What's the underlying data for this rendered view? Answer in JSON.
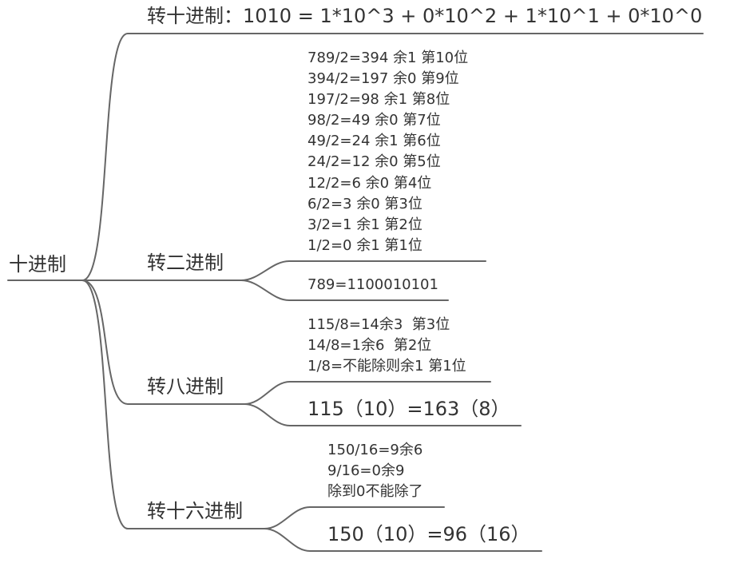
{
  "root": {
    "label": "十进制"
  },
  "decimal": {
    "label": "转十进制：1010 = 1*10^3 + 0*10^2 + 1*10^1 + 0*10^0"
  },
  "binary": {
    "label": "转二进制",
    "steps": [
      "789/2=394 余1 第10位",
      "394/2=197 余0 第9位",
      "197/2=98 余1 第8位",
      "98/2=49 余0 第7位",
      "49/2=24 余1 第6位",
      "24/2=12 余0 第5位",
      "12/2=6 余0 第4位",
      "6/2=3 余0 第3位",
      "3/2=1 余1 第2位",
      "1/2=0 余1 第1位"
    ],
    "result": "789=1100010101"
  },
  "octal": {
    "label": "转八进制",
    "steps": [
      "115/8=14余3  第3位",
      "14/8=1余6  第2位",
      "1/8=不能除则余1 第1位"
    ],
    "result": "115（10）=163（8）"
  },
  "hex": {
    "label": "转十六进制",
    "steps": [
      "150/16=9余6",
      "9/16=0余9",
      "除到0不能除了"
    ],
    "result": "150（10）=96（16）"
  },
  "colors": {
    "line": "#666666",
    "text": "#333333"
  }
}
